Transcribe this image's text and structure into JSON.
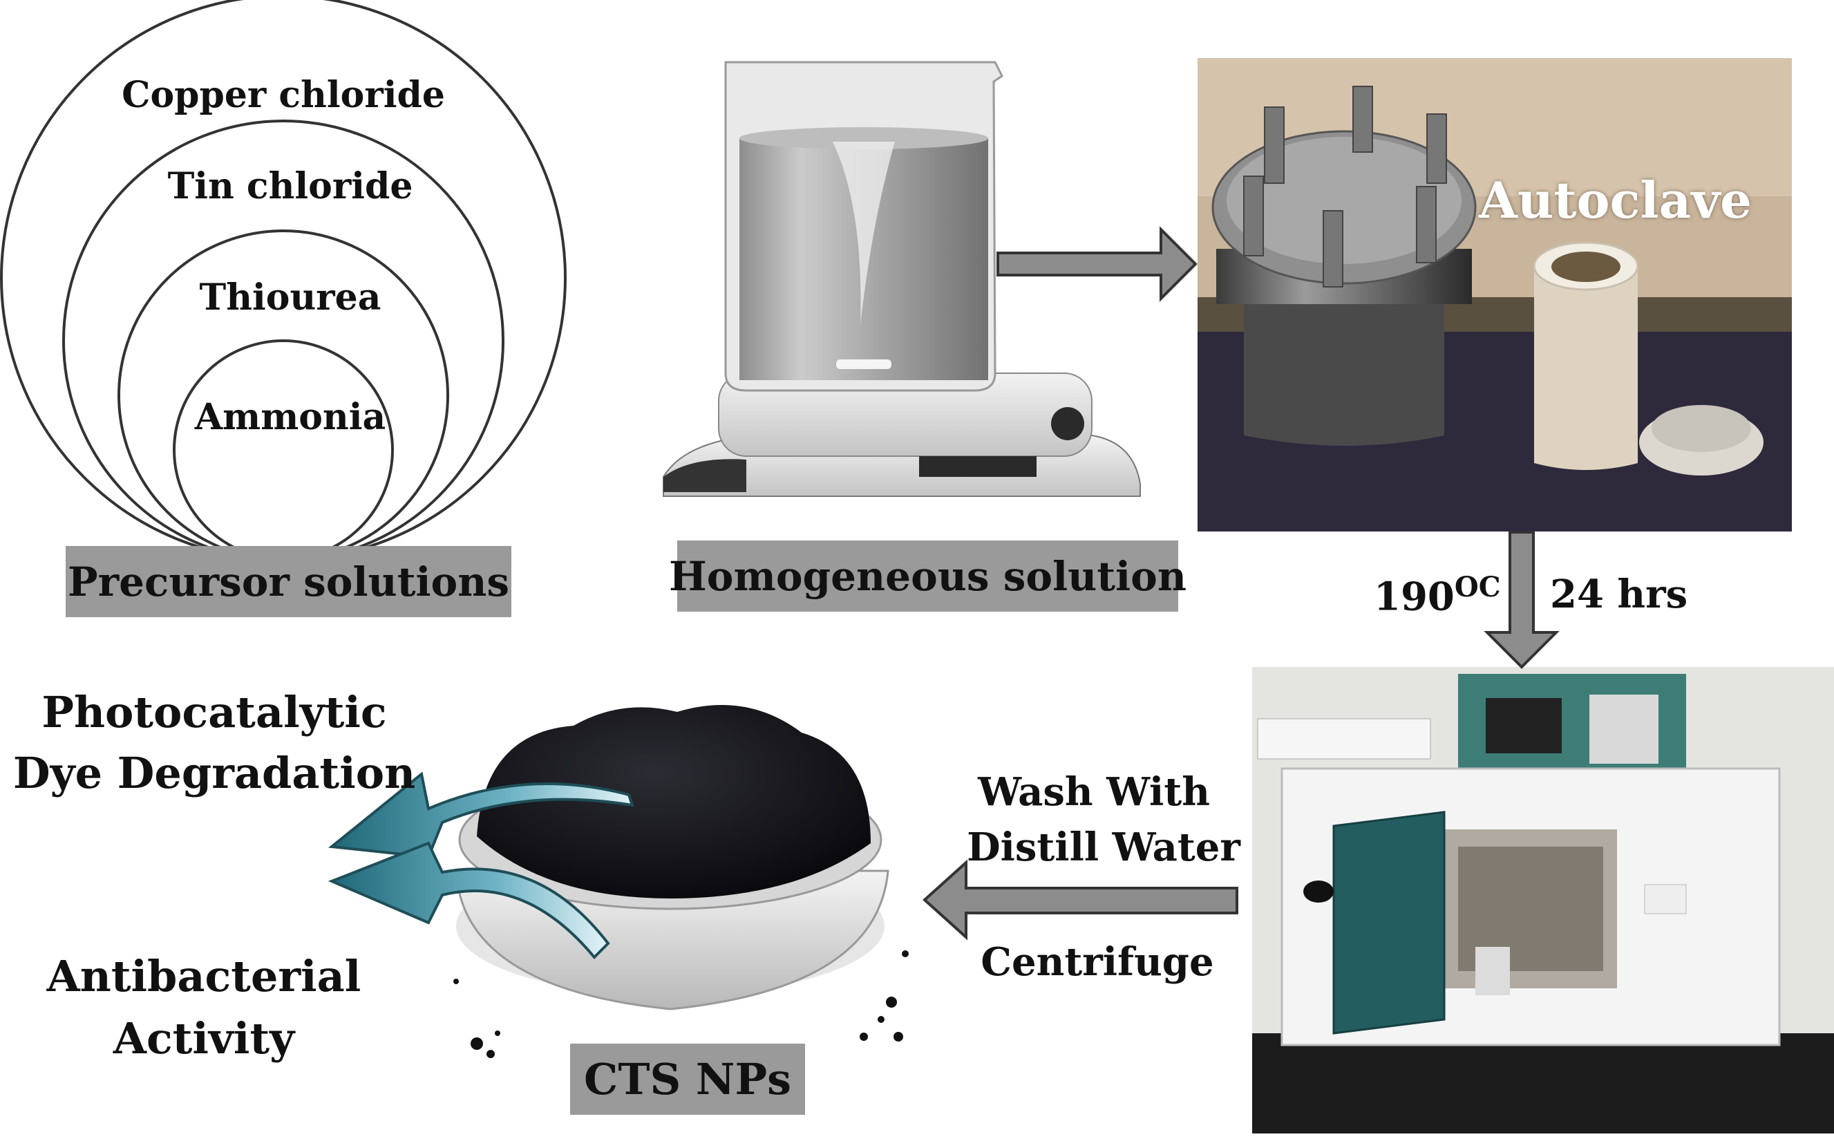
{
  "precursor": {
    "circles": [
      "Copper chloride",
      "Tin chloride",
      "Thiourea",
      "Ammonia"
    ],
    "label": "Precursor solutions"
  },
  "stirrer": {
    "label": "Homogeneous solution"
  },
  "autoclave": {
    "label": "Autoclave"
  },
  "conditions": {
    "temperature": "190",
    "temperature_unit": "OC",
    "duration": "24 hrs"
  },
  "wash": {
    "line1": "Wash With",
    "line2": "Distill Water",
    "line3": "Centrifuge"
  },
  "product": {
    "label": "CTS NPs"
  },
  "applications": {
    "photo_line1": "Photocatalytic",
    "photo_line2": "Dye Degradation",
    "anti_line1": "Antibacterial",
    "anti_line2": "Activity"
  },
  "colors": {
    "label_box": "#9a9a9a",
    "process_arrow": "#8c8c8c",
    "application_arrow": "#2f7a8c",
    "autoclave_text": "#ffffff"
  }
}
